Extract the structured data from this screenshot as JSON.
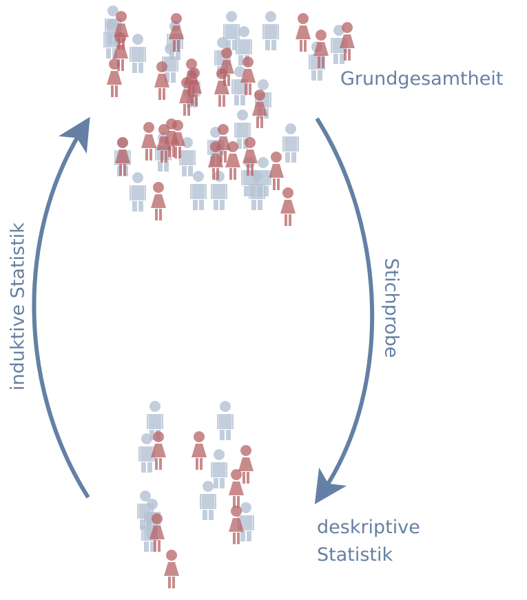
{
  "labels": {
    "population": "Grundgesamtheit",
    "sample": "Stichprobe",
    "inductive": "induktive Statistik",
    "descriptive_line1": "deskriptive",
    "descriptive_line2": "Statistik"
  },
  "colors": {
    "accent": "#6480a4",
    "male_figure": "#b5c3d4",
    "female_figure": "#b86366"
  },
  "icons": {
    "male": "male-person-icon",
    "female": "female-person-icon"
  }
}
